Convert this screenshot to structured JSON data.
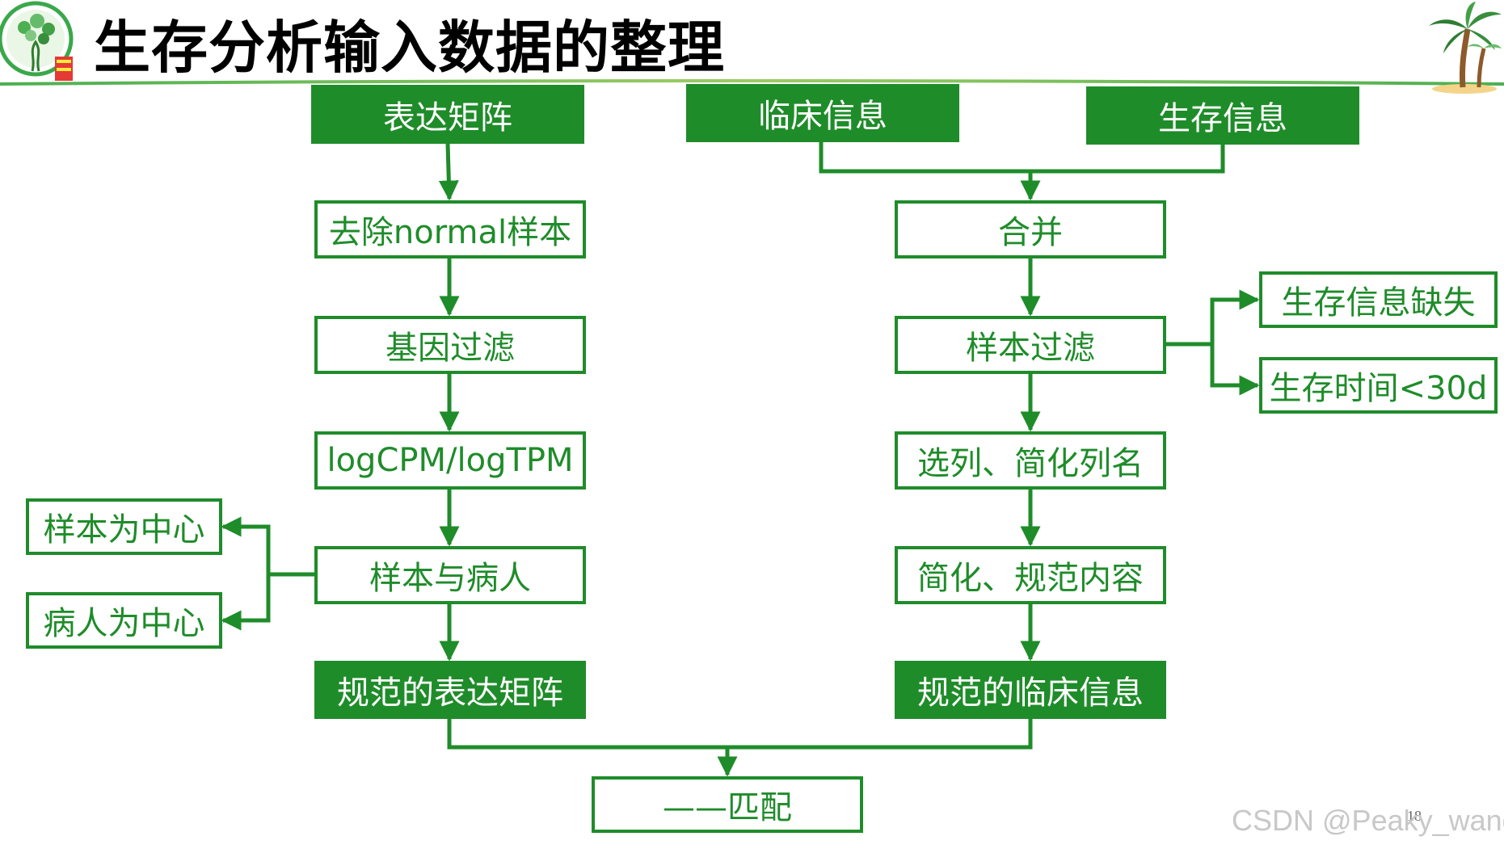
{
  "slide": {
    "title": "生存分析输入数据的整理",
    "page_number": "18",
    "watermark": "CSDN @Peaky_wang"
  },
  "colors": {
    "primary_green": "#1f8c2a",
    "title_rule_green": "#8bc34a",
    "box_text_filled": "#ffffff",
    "box_text_outline": "#1f8c2a"
  },
  "icons": {
    "left_logo": "tree-dna-logo",
    "right_logo": "palm-tree-icon"
  },
  "nodes": {
    "expression_matrix": "表达矩阵",
    "clinical_info": "临床信息",
    "survival_info": "生存信息",
    "remove_normal": "去除normal样本",
    "gene_filter": "基因过滤",
    "log_cpm": "logCPM/logTPM",
    "sample_patient": "样本与病人",
    "sample_centric": "样本为中心",
    "patient_centric": "病人为中心",
    "normalized_expression": "规范的表达矩阵",
    "merge": "合并",
    "sample_filter": "样本过滤",
    "survival_missing": "生存信息缺失",
    "survival_short": "生存时间<30d",
    "select_columns": "选列、简化列名",
    "simplify_content": "简化、规范内容",
    "normalized_clinical": "规范的临床信息",
    "match": "——匹配"
  }
}
